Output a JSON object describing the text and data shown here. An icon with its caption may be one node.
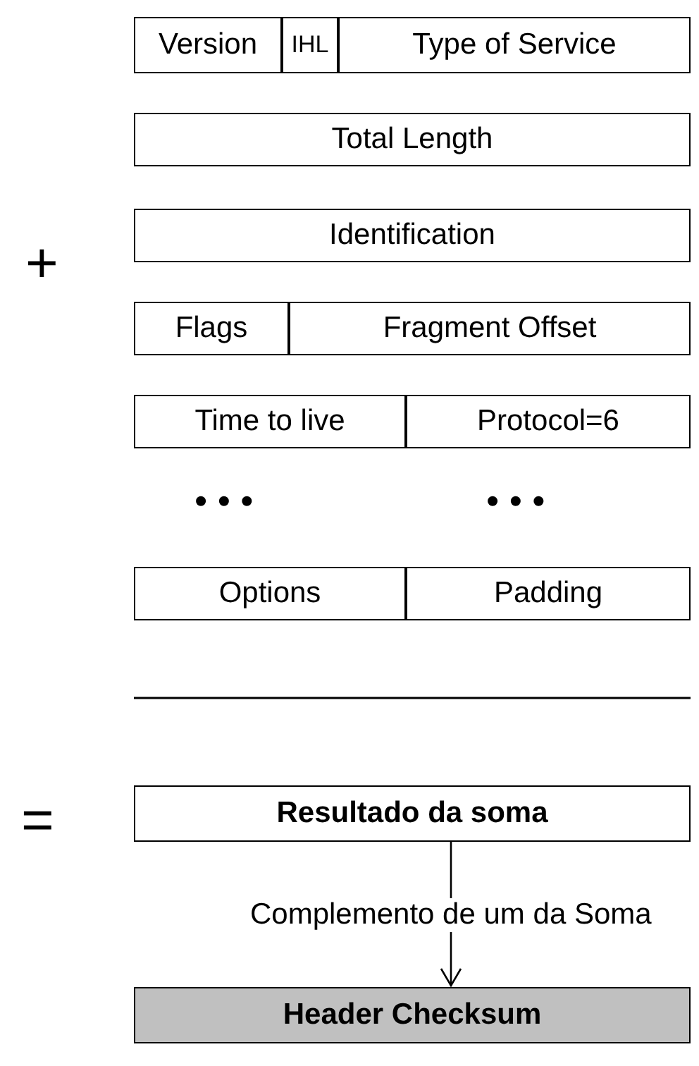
{
  "diagram": {
    "nodes": [
      {
        "text": [
          "Version"
        ]
      },
      {
        "text": [
          "IHL"
        ]
      },
      {
        "text": [
          "Type of Service"
        ]
      },
      {
        "text": [
          "Total Length"
        ]
      },
      {
        "text": [
          "Identification"
        ]
      },
      {
        "text": [
          "Flags"
        ]
      },
      {
        "text": [
          "Fragment Offset"
        ]
      },
      {
        "text": [
          "Time to live"
        ]
      },
      {
        "text": [
          "Protocol=6"
        ]
      },
      {
        "text": [
          "Options"
        ]
      },
      {
        "text": [
          "Padding"
        ]
      },
      {
        "text": [
          "Resultado da soma"
        ]
      },
      {
        "text": [
          "Header Checksum"
        ]
      }
    ],
    "edges": [
      {
        "from": 11,
        "to": 12,
        "arrow": "to",
        "label": "Complemento de um da Soma"
      }
    ],
    "labels": [
      "+",
      "• • •",
      "• • •",
      "="
    ]
  }
}
